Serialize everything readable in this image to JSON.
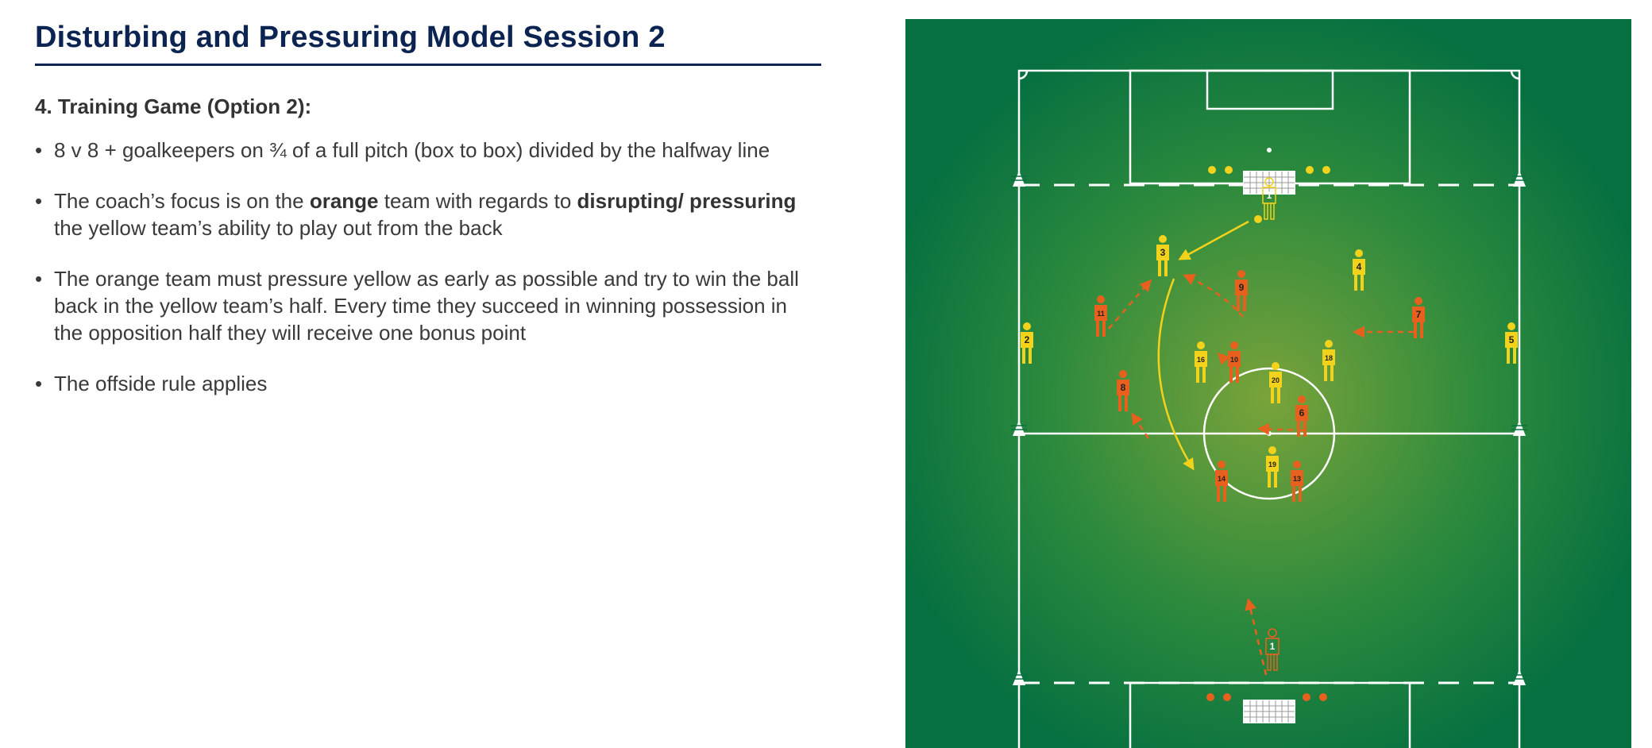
{
  "header": {
    "title": "Disturbing and Pressuring Model Session 2"
  },
  "section": {
    "heading": "4. Training Game (Option 2):"
  },
  "bullets": [
    {
      "parts": [
        {
          "text": "8 v 8 + goalkeepers on ¾ of a full pitch (box to box) divided by the halfway line",
          "bold": false
        }
      ]
    },
    {
      "parts": [
        {
          "text": "The coach’s focus is on the ",
          "bold": false
        },
        {
          "text": "orange",
          "bold": true
        },
        {
          "text": " team with regards to ",
          "bold": false
        },
        {
          "text": "disrupting/ pressuring",
          "bold": true
        },
        {
          "text": " the yellow team’s ability to play out from the back",
          "bold": false
        }
      ]
    },
    {
      "parts": [
        {
          "text": "The orange team must pressure yellow as early as possible and try to win the ball back in the yellow team’s half. Every time they succeed in winning possession in the opposition half they will receive one bonus point",
          "bold": false
        }
      ]
    },
    {
      "parts": [
        {
          "text": "The offside rule applies",
          "bold": false
        }
      ]
    }
  ],
  "pitch": {
    "colors": {
      "grass": "#067040",
      "grass_center": "#7aa33a",
      "lines": "#ffffff",
      "yellow_team": "#f2d21a",
      "orange_team": "#e8601e"
    },
    "yellow_players": [
      "1",
      "3",
      "4",
      "2",
      "5",
      "16",
      "18",
      "20",
      "19"
    ],
    "orange_players": [
      "9",
      "7",
      "11",
      "10",
      "8",
      "6",
      "14",
      "13",
      "1"
    ]
  }
}
